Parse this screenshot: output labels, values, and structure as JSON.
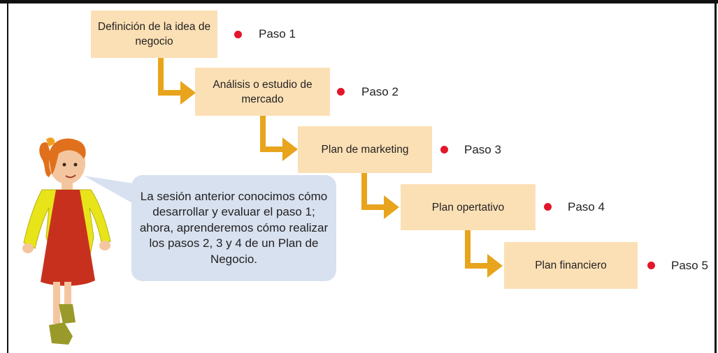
{
  "steps": [
    {
      "box": "Definición de la idea de negocio",
      "label": "Paso 1"
    },
    {
      "box": "Análisis o estudio de mercado",
      "label": "Paso 2"
    },
    {
      "box": "Plan de marketing",
      "label": "Paso 3"
    },
    {
      "box": "Plan opertativo",
      "label": "Paso 4"
    },
    {
      "box": "Plan financiero",
      "label": "Paso 5"
    }
  ],
  "speech_bubble": "La sesión anterior conocimos cómo desarrollar y evaluar el paso 1; ahora, aprenderemos cómo realizar los pasos 2, 3 y 4 de un Plan de Negocio.",
  "colors": {
    "box_fill": "#fbe0b5",
    "arrow": "#e8a41c",
    "dot": "#e3162a",
    "bubble_fill": "#d7e1ef"
  },
  "illustration": "girl-character-icon"
}
